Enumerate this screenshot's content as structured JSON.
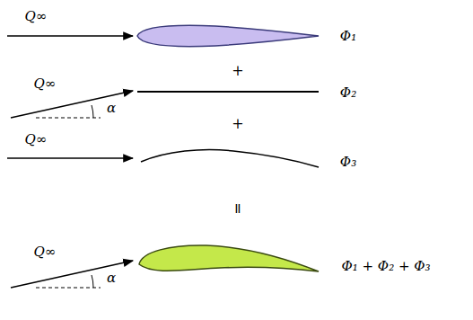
{
  "diagram": {
    "labels": [
      "Q∞",
      "Φ₁",
      "Q∞",
      "α",
      "+",
      "Φ₂",
      "+",
      "Q∞",
      "Φ₃",
      "=",
      "Q∞",
      "α",
      "Φ₁ + Φ₂ + Φ₃"
    ]
  }
}
